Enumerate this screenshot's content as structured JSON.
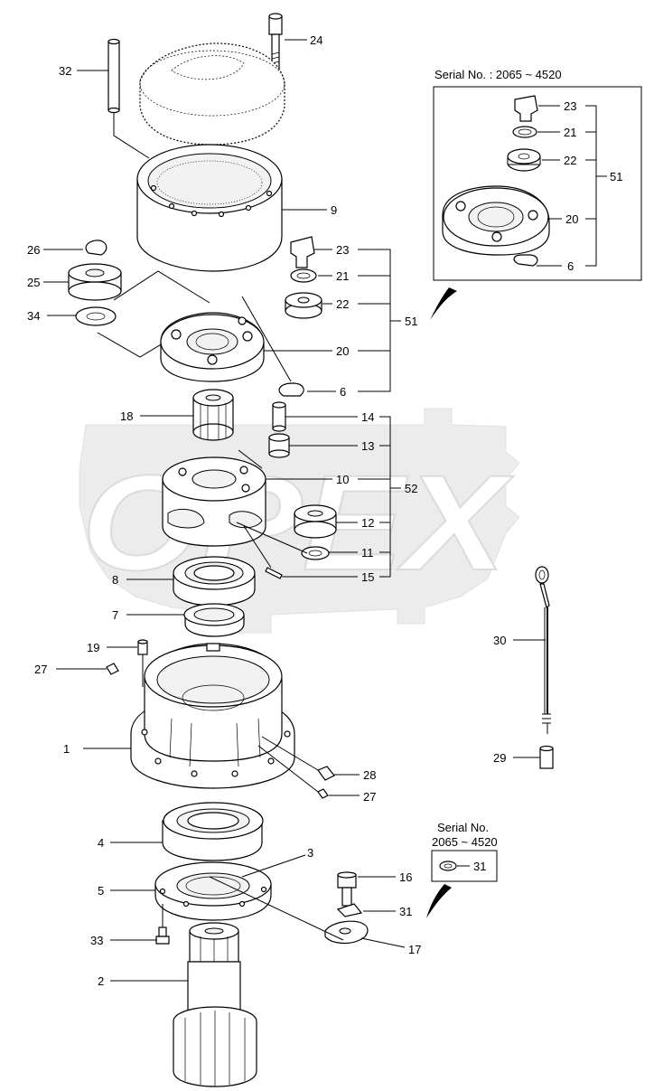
{
  "watermark": {
    "text": "OPEX"
  },
  "serial_note_top": "Serial No. : 2065 ~ 4520",
  "serial_note_bottom": {
    "line1": "Serial No.",
    "line2": "2065 ~ 4520"
  },
  "labels": {
    "p1": "1",
    "p2": "2",
    "p3": "3",
    "p4": "4",
    "p5": "5",
    "p6": "6",
    "p7": "7",
    "p8": "8",
    "p9": "9",
    "p10": "10",
    "p11": "11",
    "p12": "12",
    "p13": "13",
    "p14": "14",
    "p15": "15",
    "p16": "16",
    "p17": "17",
    "p18": "18",
    "p19": "19",
    "p20": "20",
    "p21": "21",
    "p22": "22",
    "p23": "23",
    "p24": "24",
    "p25": "25",
    "p26": "26",
    "p27a": "27",
    "p27b": "27",
    "p28": "28",
    "p29": "29",
    "p30": "30",
    "p31": "31",
    "p32": "32",
    "p33": "33",
    "p34": "34",
    "p51": "51",
    "p52": "52",
    "i23": "23",
    "i21": "21",
    "i22": "22",
    "i20": "20",
    "i6": "6",
    "i51": "51",
    "b31": "31"
  }
}
